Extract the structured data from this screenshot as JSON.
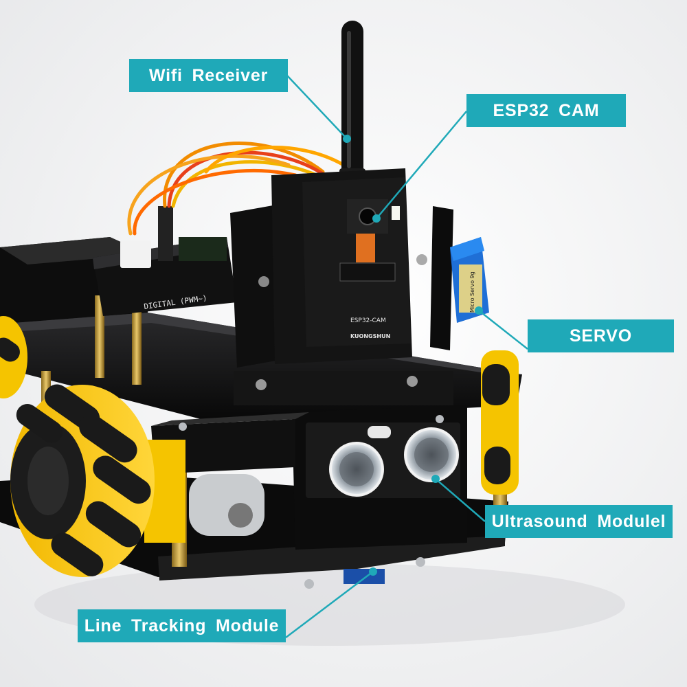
{
  "accent_color": "#1fa9b8",
  "callouts": {
    "wifi": "Wifi Receiver",
    "esp32": "ESP32 CAM",
    "servo": "SERVO",
    "ultrasound": "Ultrasound Modulel",
    "line_tracking": "Line Tracking Module"
  },
  "board_text": {
    "esp32_cam": "ESP32-CAM",
    "brand": "KUONGSHUN",
    "servo": "Micro Servo 9g",
    "digital": "DIGITAL (PWM~)"
  }
}
